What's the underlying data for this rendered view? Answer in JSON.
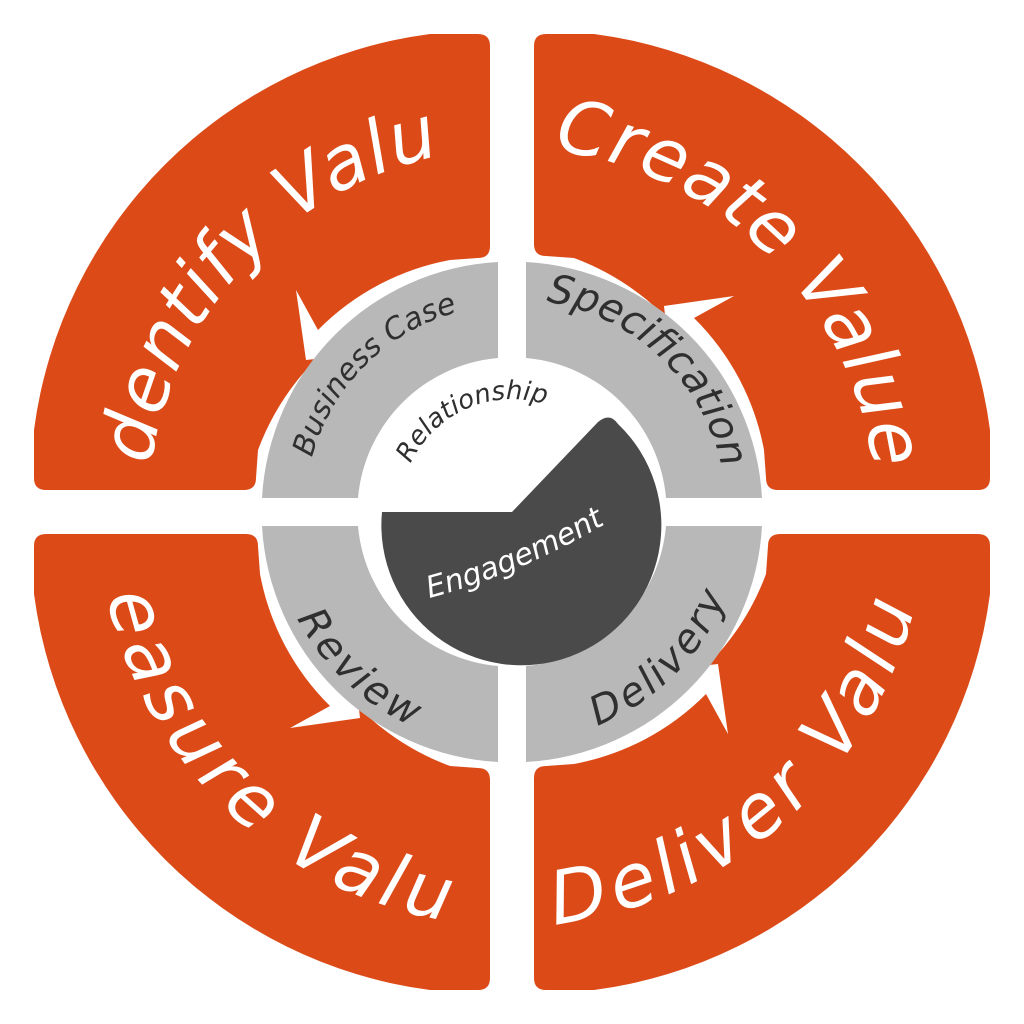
{
  "outer_cycle": [
    {
      "id": "identify",
      "label": "Identify Value"
    },
    {
      "id": "create",
      "label": "Create Value"
    },
    {
      "id": "deliver",
      "label": "Deliver Value"
    },
    {
      "id": "measure",
      "label": "Measure Value"
    }
  ],
  "middle_ring": [
    {
      "id": "business-case",
      "label": "Business Case"
    },
    {
      "id": "specification",
      "label": "Specification"
    },
    {
      "id": "delivery",
      "label": "Delivery"
    },
    {
      "id": "review",
      "label": "Review"
    }
  ],
  "center": {
    "relationship": "Relationship",
    "engagement": "Engagement"
  },
  "colors": {
    "outer": "#dc4a18",
    "middle": "#b8b8b8",
    "core": "#4a4a4a",
    "background": "#ffffff"
  }
}
